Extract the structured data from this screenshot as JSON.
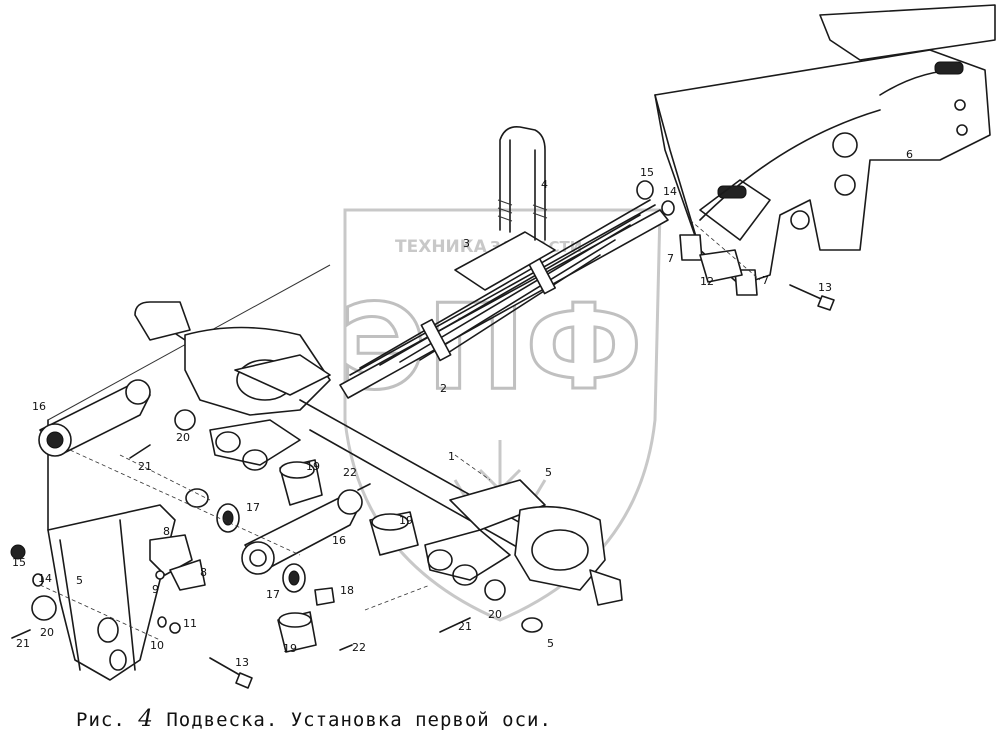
{
  "caption": {
    "prefix": "Рис.",
    "number": "4",
    "text": "Подвеска. Установка первой оси."
  },
  "watermark": {
    "line1": "ТЕХНИКА",
    "line2": "ЗАПЧАСТИ",
    "logo": "ЭПФ"
  },
  "callouts": [
    {
      "label": "1"
    },
    {
      "label": "2"
    },
    {
      "label": "3"
    },
    {
      "label": "4"
    },
    {
      "label": "5"
    },
    {
      "label": "6"
    },
    {
      "label": "7"
    },
    {
      "label": "7"
    },
    {
      "label": "12"
    },
    {
      "label": "13"
    },
    {
      "label": "14"
    },
    {
      "label": "15"
    },
    {
      "label": "16"
    },
    {
      "label": "20"
    },
    {
      "label": "21"
    },
    {
      "label": "19"
    },
    {
      "label": "22"
    },
    {
      "label": "17"
    },
    {
      "label": "16"
    },
    {
      "label": "8"
    },
    {
      "label": "8"
    },
    {
      "label": "9"
    },
    {
      "label": "15"
    },
    {
      "label": "14"
    },
    {
      "label": "5"
    },
    {
      "label": "20"
    },
    {
      "label": "21"
    },
    {
      "label": "10"
    },
    {
      "label": "11"
    },
    {
      "label": "13"
    },
    {
      "label": "17"
    },
    {
      "label": "18"
    },
    {
      "label": "19"
    },
    {
      "label": "22"
    },
    {
      "label": "19"
    },
    {
      "label": "20"
    },
    {
      "label": "21"
    },
    {
      "label": "5"
    }
  ]
}
